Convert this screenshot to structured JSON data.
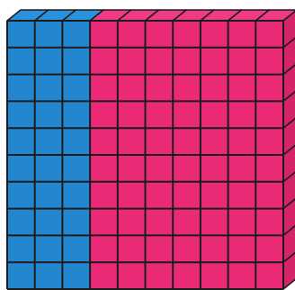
{
  "figure": {
    "kind": "base-ten block (flat of unit cubes)",
    "rows": 10,
    "columns": 10,
    "highlighted_columns": 3,
    "highlighted_fraction": 0.3,
    "colors": {
      "highlighted": "#2287d0",
      "highlighted_top": "#2a92dc",
      "rest": "#ea2a77",
      "rest_top": "#ef3b85",
      "rest_side": "#d6246a",
      "stroke": "#1c1c1c",
      "background": "#ffffff"
    }
  }
}
